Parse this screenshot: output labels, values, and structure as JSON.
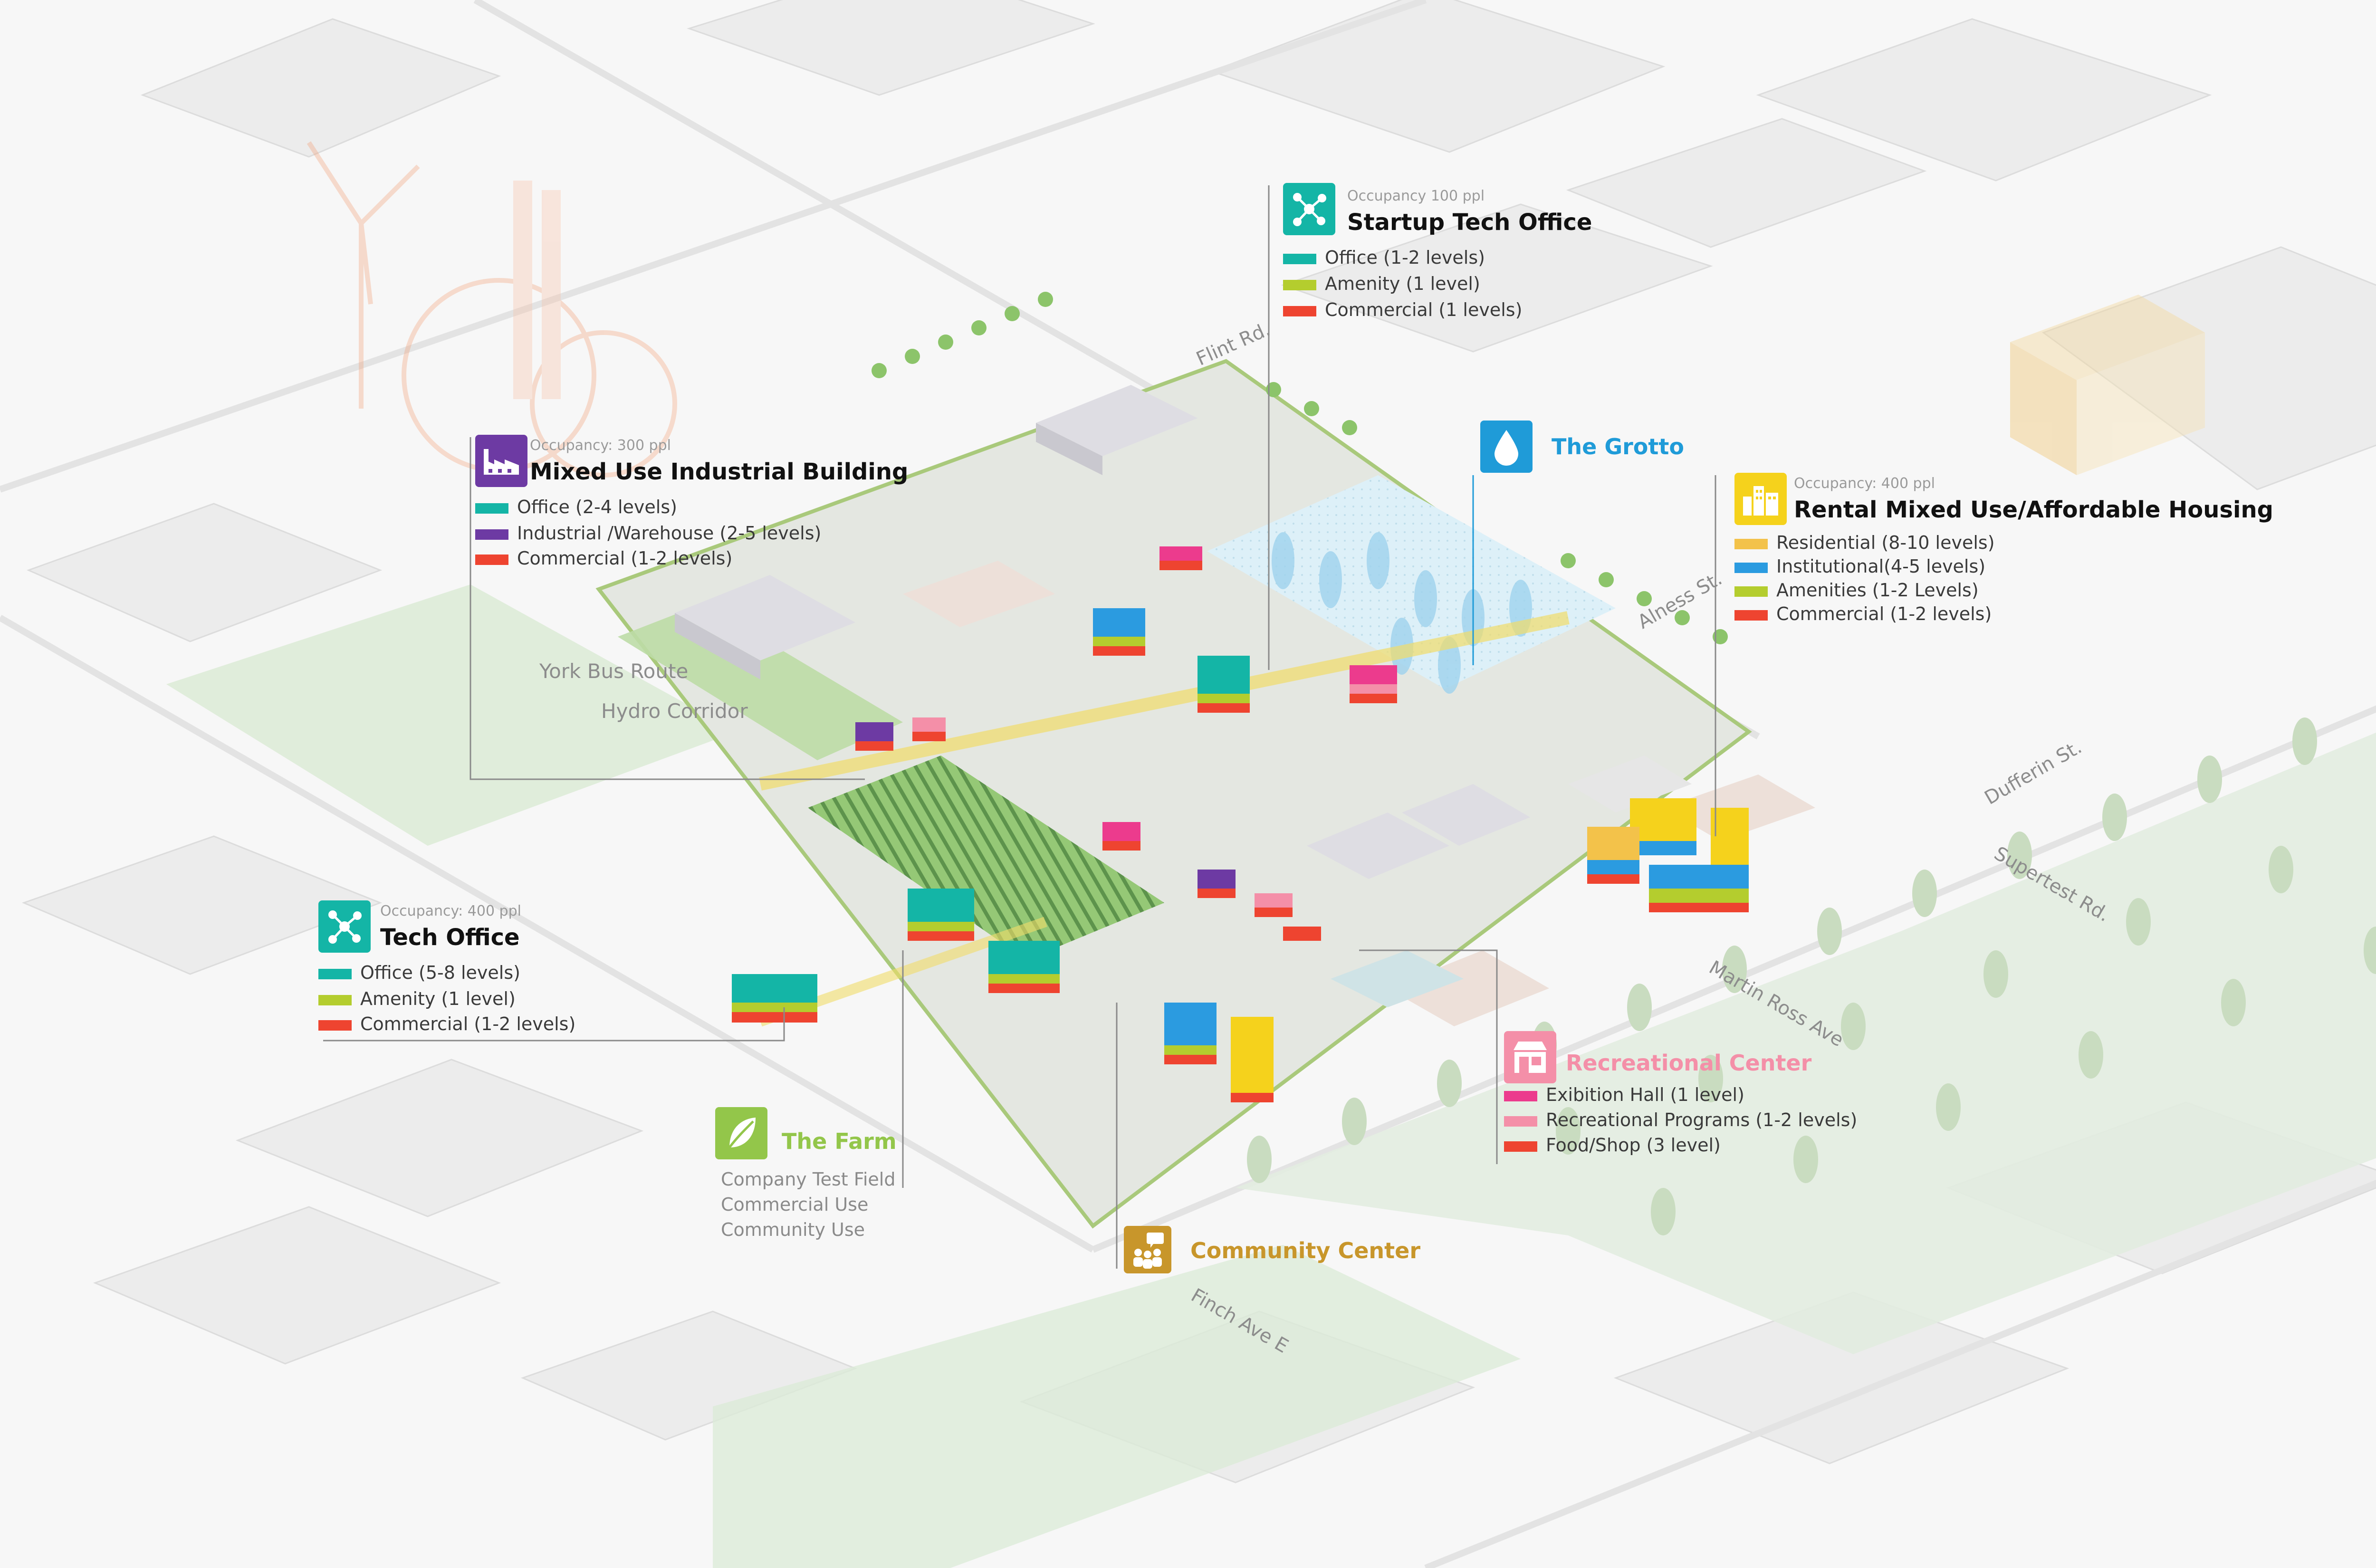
{
  "roads": {
    "flint": "Flint Rd.",
    "alness": "Alness St.",
    "dufferin": "Dufferin St.",
    "supertest": "Supertest Rd.",
    "martin_ross": "Martin Ross Ave",
    "finch": "Finch Ave E"
  },
  "corridors": {
    "york_bus": "York Bus Route",
    "hydro": "Hydro Corridor"
  },
  "colors": {
    "teal": "#14b5a6",
    "purple": "#6d3aa3",
    "red": "#ee4430",
    "lime": "#b4cd2e",
    "blue": "#2b9be0",
    "yellow": "#f5d21c",
    "light_orange": "#f3c24a",
    "pink": "#ec3b8d",
    "light_pink": "#f48fa8",
    "farm_green": "#93c64a",
    "gold": "#c8962b",
    "grotto_blue": "#1f9bd8"
  },
  "callouts": {
    "startup": {
      "icon": "network-icon",
      "occupancy": "Occupancy 100 ppl",
      "title": "Startup Tech Office",
      "items": [
        {
          "label": "Office (1-2 levels)",
          "color": "#14b5a6"
        },
        {
          "label": "Amenity (1 level)",
          "color": "#b4cd2e"
        },
        {
          "label": "Commercial (1 levels)",
          "color": "#ee4430"
        }
      ]
    },
    "industrial": {
      "icon": "factory-icon",
      "occupancy": "Occupancy: 300 ppl",
      "title": "Mixed Use Industrial Building",
      "items": [
        {
          "label": "Office (2-4 levels)",
          "color": "#14b5a6"
        },
        {
          "label": "Industrial /Warehouse (2-5 levels)",
          "color": "#6d3aa3"
        },
        {
          "label": "Commercial (1-2 levels)",
          "color": "#ee4430"
        }
      ]
    },
    "grotto": {
      "icon": "water-drop-icon",
      "title": "The Grotto"
    },
    "rental": {
      "icon": "buildings-icon",
      "occupancy": "Occupancy: 400 ppl",
      "title": "Rental Mixed Use/Affordable Housing",
      "items": [
        {
          "label": "Residential (8-10 levels)",
          "color": "#f3c24a"
        },
        {
          "label": "Institutional(4-5 levels)",
          "color": "#2b9be0"
        },
        {
          "label": "Amenities (1-2 Levels)",
          "color": "#b4cd2e"
        },
        {
          "label": "Commercial (1-2 levels)",
          "color": "#ee4430"
        }
      ]
    },
    "tech": {
      "icon": "network-icon",
      "occupancy": "Occupancy: 400 ppl",
      "title": "Tech Office",
      "items": [
        {
          "label": "Office (5-8 levels)",
          "color": "#14b5a6"
        },
        {
          "label": "Amenity (1 level)",
          "color": "#b4cd2e"
        },
        {
          "label": "Commercial (1-2 levels)",
          "color": "#ee4430"
        }
      ]
    },
    "recreational": {
      "icon": "storefront-icon",
      "title": "Recreational Center",
      "items": [
        {
          "label": "Exibition Hall (1 level)",
          "color": "#ec3b8d"
        },
        {
          "label": "Recreational Programs (1-2 levels)",
          "color": "#f48fa8"
        },
        {
          "label": "Food/Shop (3 level)",
          "color": "#ee4430"
        }
      ]
    },
    "farm": {
      "icon": "leaf-icon",
      "title": "The Farm",
      "lines": [
        "Company Test Field",
        "Commercial Use",
        "Community Use"
      ]
    },
    "community": {
      "icon": "community-icon",
      "title": "Community Center"
    }
  }
}
